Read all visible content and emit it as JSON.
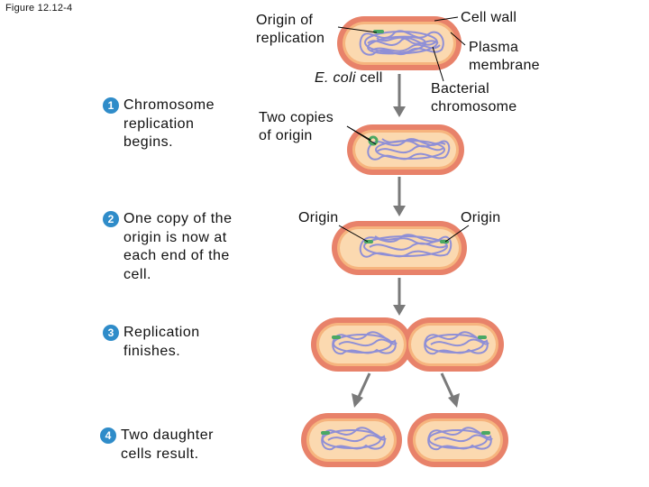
{
  "figure_label": "Figure 12.12-4",
  "labels": {
    "origin_of_replication": "Origin of\nreplication",
    "ecoli_italic": "E. coli",
    "ecoli_rest": " cell",
    "cell_wall": "Cell wall",
    "plasma_membrane": "Plasma\nmembrane",
    "bacterial_chromosome": "Bacterial\nchromosome",
    "two_copies": "Two copies\nof origin",
    "origin_left": "Origin",
    "origin_right": "Origin"
  },
  "steps": [
    {
      "number": "1",
      "text": "Chromosome\nreplication\nbegins."
    },
    {
      "number": "2",
      "text": "One copy of the\norigin is now at\neach end of the\ncell."
    },
    {
      "number": "3",
      "text": "Replication\nfinishes."
    },
    {
      "number": "4",
      "text": "Two daughter\ncells result."
    }
  ],
  "colors": {
    "cell_wall": "#e8826a",
    "cytoplasm": "#fbd9b0",
    "membrane": "#f6b47e",
    "chromosome": "#8f8fd6",
    "origin": "#4aa864",
    "badge": "#2f8cc9",
    "arrow": "#7a7a7a"
  }
}
